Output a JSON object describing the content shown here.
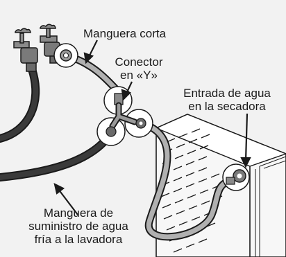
{
  "labels": {
    "short_hose": "Manguera corta",
    "y_connector_line1": "Conector",
    "y_connector_line2": "en «Y»",
    "dryer_inlet_line1": "Entrada de agua",
    "dryer_inlet_line2": "en la secadora",
    "supply_hose_line1": "Manguera de",
    "supply_hose_line2": "suministro de agua",
    "supply_hose_line3": "fría a la lavadora"
  },
  "colors": {
    "background": "#f2f2f2",
    "outline": "#1a1a1a",
    "gray_hose": "#a9a9a9",
    "black_hose": "#2a2a2a"
  }
}
